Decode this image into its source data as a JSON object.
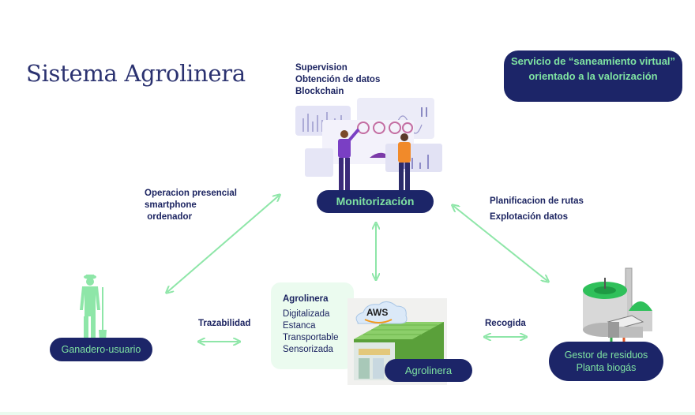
{
  "title": "Sistema Agrolinera",
  "service_box": {
    "text": "Servicio de “saneamiento virtual” orientado a la valorización"
  },
  "monitoring": {
    "features": [
      "Supervision",
      "Obtención de datos",
      "Blockchain"
    ],
    "label": "Monitorización",
    "illustration": "dashboard-analysts-illustration"
  },
  "left_link": {
    "lines": [
      "Operacion presencial",
      "smartphone",
      " ordenador"
    ]
  },
  "right_link": {
    "lines": [
      "Planificacion de rutas",
      "Explotación datos"
    ]
  },
  "user": {
    "label": "Ganadero-usuario",
    "illustration": "farmer-silhouette"
  },
  "trazabilidad": {
    "label": "Trazabilidad"
  },
  "agrolinera": {
    "card_title": "Agrolinera",
    "features": [
      "Digitalizada",
      "Estanca",
      "Transportable",
      "Sensorizada"
    ],
    "label": "Agrolinera",
    "cloud_label": "AWS"
  },
  "recogida": {
    "label": "Recogida"
  },
  "gestor": {
    "lines": [
      "Gestor de residuos",
      "Planta biogás"
    ]
  },
  "colors": {
    "navy": "#1c2568",
    "green": "#7fe3a2",
    "arrow": "#8ee6a8",
    "card": "#ebfbef"
  }
}
